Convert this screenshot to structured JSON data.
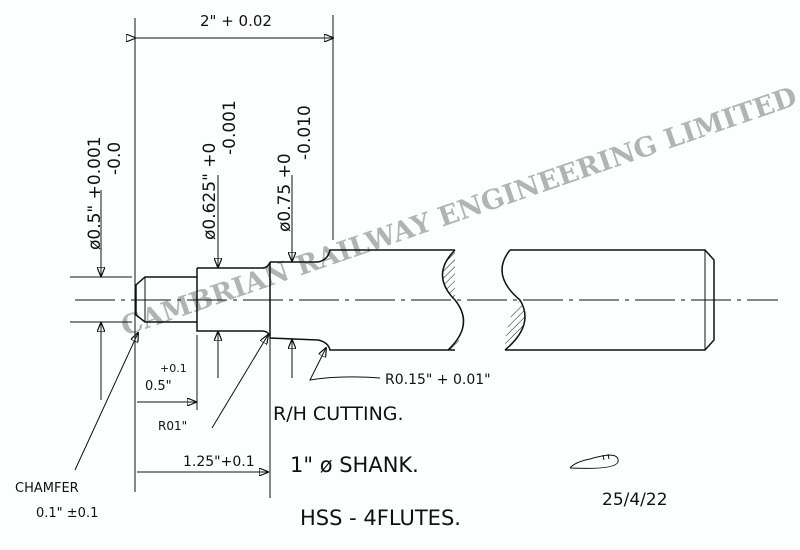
{
  "drawing": {
    "overall_length": "2\" + 0.02",
    "dia_pilot": "ø0.5\" +0.001",
    "dia_pilot_tol": "-0.0",
    "dia_second": "ø0.625\" +0",
    "dia_second_tol": "-0.001",
    "dia_third": "ø0.75 +0",
    "dia_third_tol": "-0.010",
    "pilot_length_tol": "+0.1",
    "pilot_length": "0.5\"",
    "radius_small": "R01\"",
    "step_length": "1.25\"+0.1",
    "radius_large": "R0.15\" + 0.01\"",
    "chamfer_label": "CHAMFER",
    "chamfer_value": "0.1\" ±0.1",
    "note_cutting": "R/H CUTTING.",
    "note_shank": "1\" ø SHANK.",
    "note_material": "HSS - 4FLUTES.",
    "date": "25/4/22",
    "watermark": "CAMBRIAN RAILWAY ENGINEERING LIMITED"
  },
  "colors": {
    "ink": "#111111",
    "watermark": "#9a9a9a",
    "paper": "#fdfefe"
  }
}
